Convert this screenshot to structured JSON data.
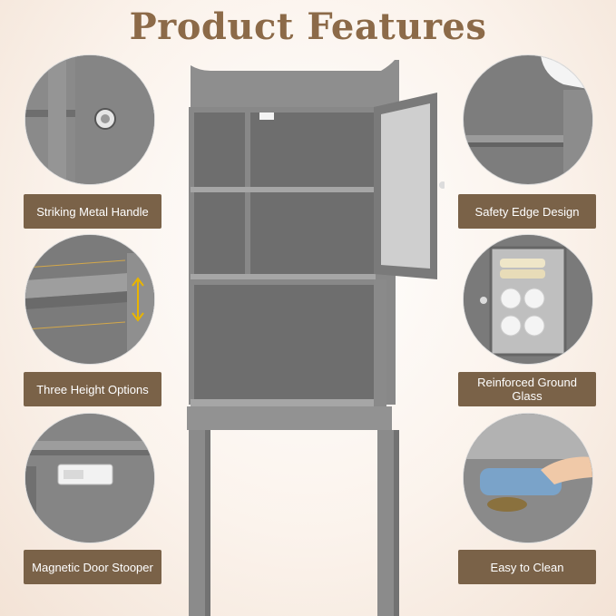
{
  "header": {
    "title": "Product Features"
  },
  "features": {
    "handle": {
      "label": "Striking Metal Handle",
      "icon": "metal-knob"
    },
    "safety_edge": {
      "label": "Safety Edge Design",
      "icon": "rounded-edge"
    },
    "height": {
      "label": "Three Height Options",
      "icon": "arrows-up-down"
    },
    "glass": {
      "label": "Reinforced Ground Glass",
      "icon": "frosted-door"
    },
    "magnet": {
      "label": "Magnetic Door Stooper",
      "icon": "magnet-catch"
    },
    "clean": {
      "label": "Easy to Clean",
      "icon": "cloth-wipe"
    }
  },
  "colors": {
    "label_bg": "#7a6248",
    "title": "#8c6a48",
    "cabinet": "#7f7f7f",
    "accent_arrow": "#e8b400"
  }
}
